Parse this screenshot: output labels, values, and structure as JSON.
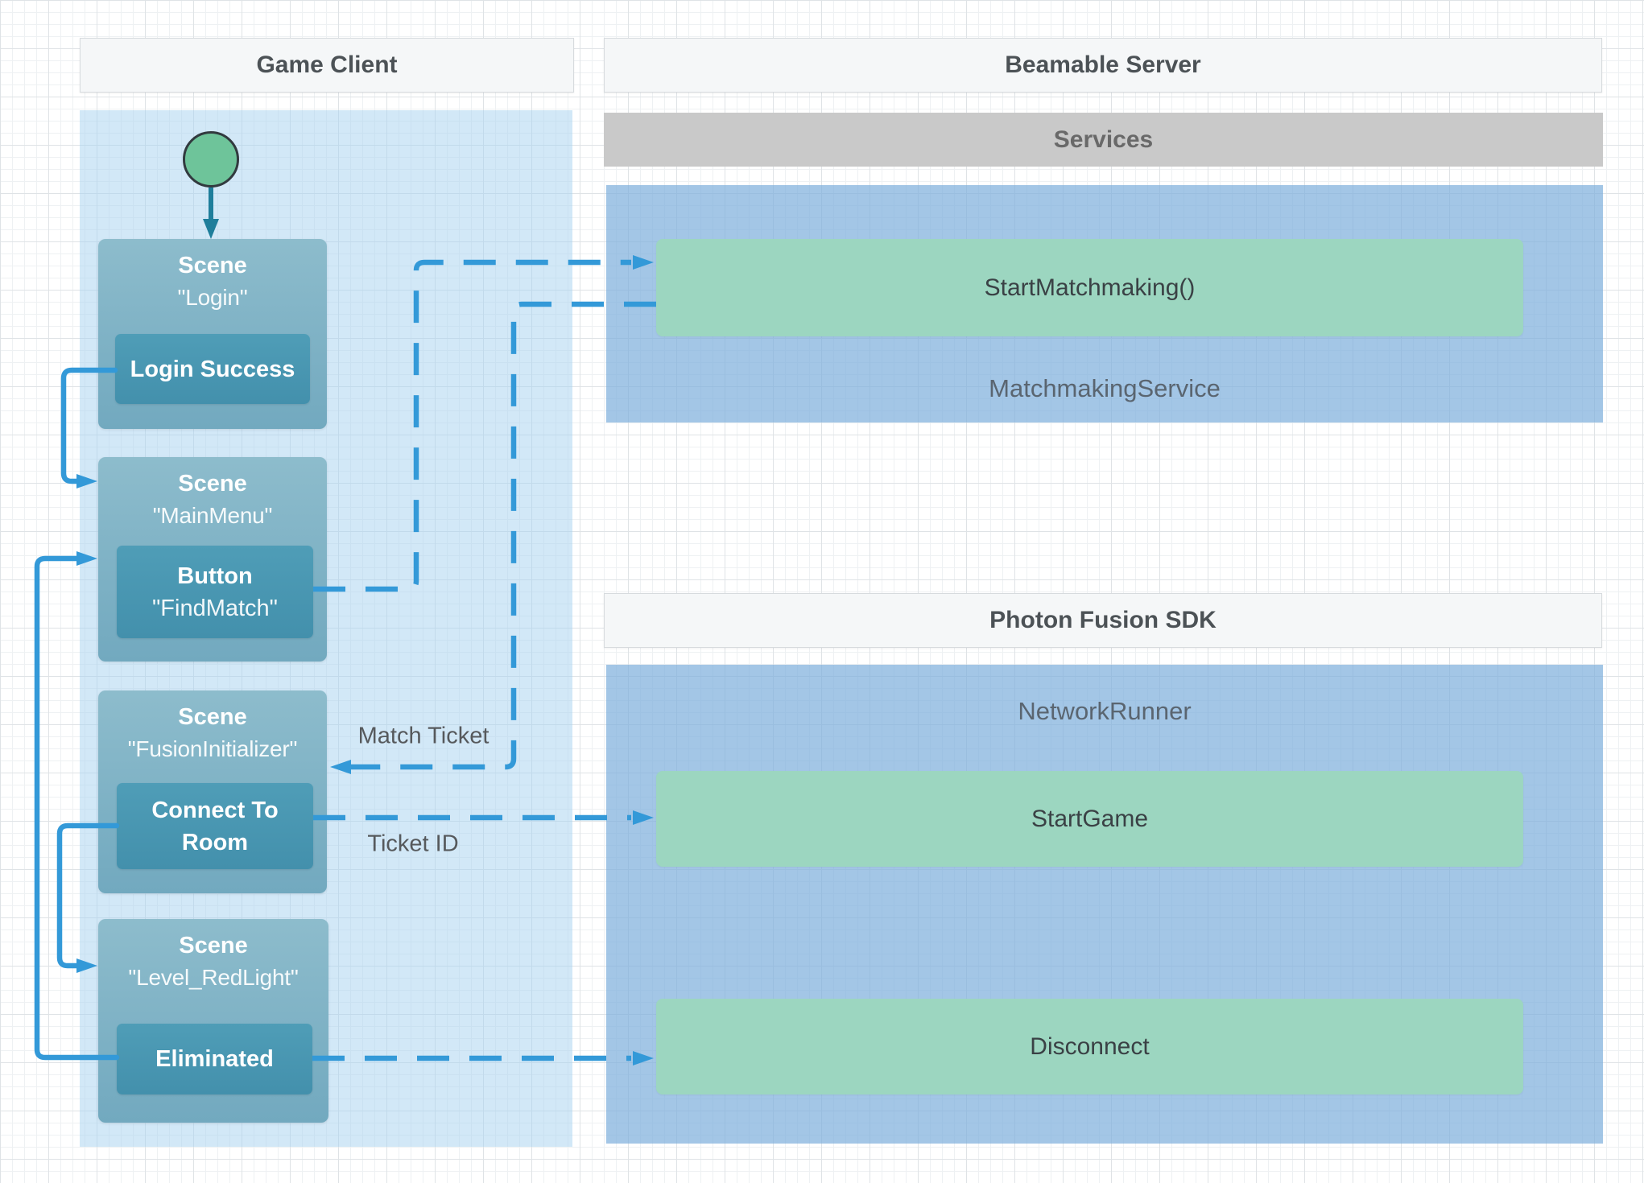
{
  "diagram": {
    "lanes": {
      "game_client": "Game Client",
      "beamable_server": "Beamable Server",
      "photon_fusion_sdk": "Photon Fusion SDK",
      "services": "Services"
    },
    "scenes": [
      {
        "title": "Scene",
        "subtitle": "\"Login\"",
        "action_line1": "Login Success",
        "action_line2": ""
      },
      {
        "title": "Scene",
        "subtitle": "\"MainMenu\"",
        "action_line1": "Button",
        "action_line2": "\"FindMatch\""
      },
      {
        "title": "Scene",
        "subtitle": "\"FusionInitializer\"",
        "action_line1": "Connect To",
        "action_line2": "Room"
      },
      {
        "title": "Scene",
        "subtitle": "\"Level_RedLight\"",
        "action_line1": "Eliminated",
        "action_line2": ""
      }
    ],
    "services_group": {
      "method": "StartMatchmaking()",
      "label": "MatchmakingService"
    },
    "fusion_group": {
      "label": "NetworkRunner",
      "method_start": "StartGame",
      "method_disconnect": "Disconnect"
    },
    "edge_labels": {
      "match_ticket": "Match Ticket",
      "ticket_id": "Ticket ID"
    },
    "colors": {
      "connector_blue": "#3399d8",
      "start_arrow_teal": "#1e7e9b",
      "scene_fill_top": "#8dbccc",
      "scene_fill_bottom": "#72a9bf",
      "action_fill": "#4a98b3",
      "method_green": "#9cd6c0",
      "start_circle_green": "#6ec49a",
      "container_blue": "#a1c4e5",
      "client_column_blue": "#d9eaf6",
      "services_gray": "#c9c9c9"
    }
  }
}
